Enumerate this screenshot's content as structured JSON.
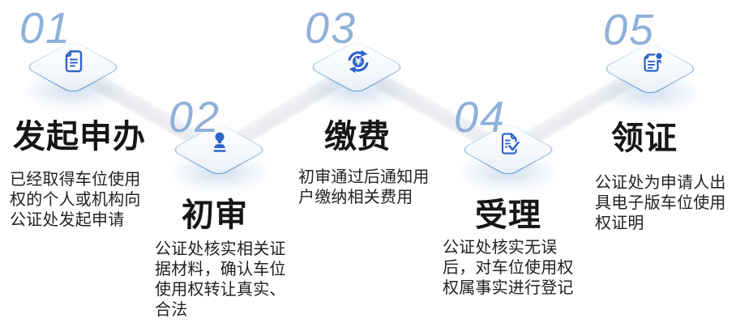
{
  "colors": {
    "icon_blue": "#2e63c8",
    "number_blue": "#8fb0d8",
    "tile_border": "#5f94c9",
    "connector_gray": "#e9ebee",
    "title_text": "#161616",
    "description_text": "#222222"
  },
  "steps": [
    {
      "number": "01",
      "title": "发起申办",
      "description": "已经取得车位使用权的个人或机构向公证处发起申请",
      "icon": "document-icon"
    },
    {
      "number": "02",
      "title": "初审",
      "description": "公证处核实相关证据材料，确认车位使用权转让真实、合法",
      "icon": "stamp-icon"
    },
    {
      "number": "03",
      "title": "缴费",
      "description": "初审通过后通知用户缴纳相关费用",
      "icon": "payment-yuan-icon"
    },
    {
      "number": "04",
      "title": "受理",
      "description": "公证处核实无误后，对车位使用权权属事实进行登记",
      "icon": "document-check-icon"
    },
    {
      "number": "05",
      "title": "领证",
      "description": "公证处为申请人出具电子版车位使用权证明",
      "icon": "certificate-badge-icon"
    }
  ]
}
